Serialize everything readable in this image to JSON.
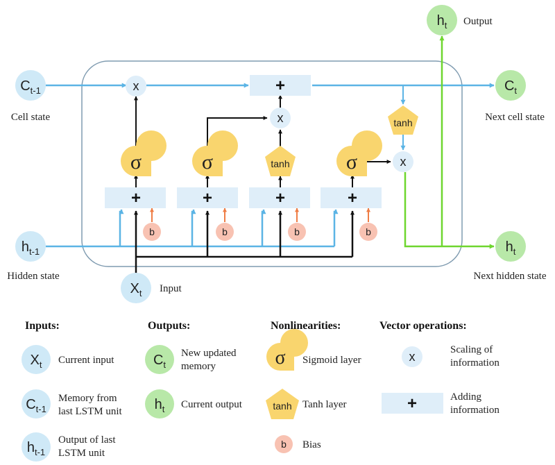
{
  "diagram": {
    "inputs": {
      "cell_state": {
        "sym": "C",
        "sub": "t-1",
        "label": "Cell state"
      },
      "hidden_state": {
        "sym": "h",
        "sub": "t-1",
        "label": "Hidden state"
      },
      "input": {
        "sym": "X",
        "sub": "t",
        "label": "Input"
      }
    },
    "outputs": {
      "output": {
        "sym": "h",
        "sub": "t",
        "label": "Output"
      },
      "next_cell_state": {
        "sym": "C",
        "sub": "t",
        "label": "Next cell state"
      },
      "next_hidden_state": {
        "sym": "h",
        "sub": "t",
        "label": "Next hidden state"
      }
    },
    "ops": {
      "scale": "x",
      "add": "+",
      "sigma": "σ",
      "tanh": "tanh",
      "bias": "b"
    }
  },
  "legend": {
    "inputs": {
      "heading": "Inputs:",
      "items": [
        {
          "sym": "X",
          "sub": "t",
          "text1": "Current input",
          "text2": ""
        },
        {
          "sym": "C",
          "sub": "t-1",
          "text1": "Memory from",
          "text2": "last LSTM unit"
        },
        {
          "sym": "h",
          "sub": "t-1",
          "text1": "Output of last",
          "text2": "LSTM unit"
        }
      ]
    },
    "outputs": {
      "heading": "Outputs:",
      "items": [
        {
          "sym": "C",
          "sub": "t",
          "text1": "New updated",
          "text2": "memory"
        },
        {
          "sym": "h",
          "sub": "t",
          "text1": "Current output",
          "text2": ""
        }
      ]
    },
    "nonlinearities": {
      "heading": "Nonlinearities:",
      "sigmoid": {
        "sym": "σ",
        "text": "Sigmoid layer"
      },
      "tanh": {
        "sym": "tanh",
        "text": "Tanh layer"
      },
      "bias": {
        "sym": "b",
        "text": "Bias"
      }
    },
    "vector_ops": {
      "heading": "Vector operations:",
      "scaling": {
        "sym": "x",
        "text1": "Scaling of",
        "text2": "information"
      },
      "adding": {
        "sym": "+",
        "text1": "Adding",
        "text2": "information"
      }
    }
  },
  "colors": {
    "blue_node": "#cfe9f7",
    "blue_line": "#5bb4e5",
    "green_node": "#b8e8a8",
    "green_line": "#6ed62e",
    "yellow_gate": "#f9d56e",
    "bias_fill": "#f8c2b2",
    "bias_arrow": "#ef7d45",
    "op_fill": "#dfeef9",
    "box_stroke": "#7f9bb0"
  }
}
